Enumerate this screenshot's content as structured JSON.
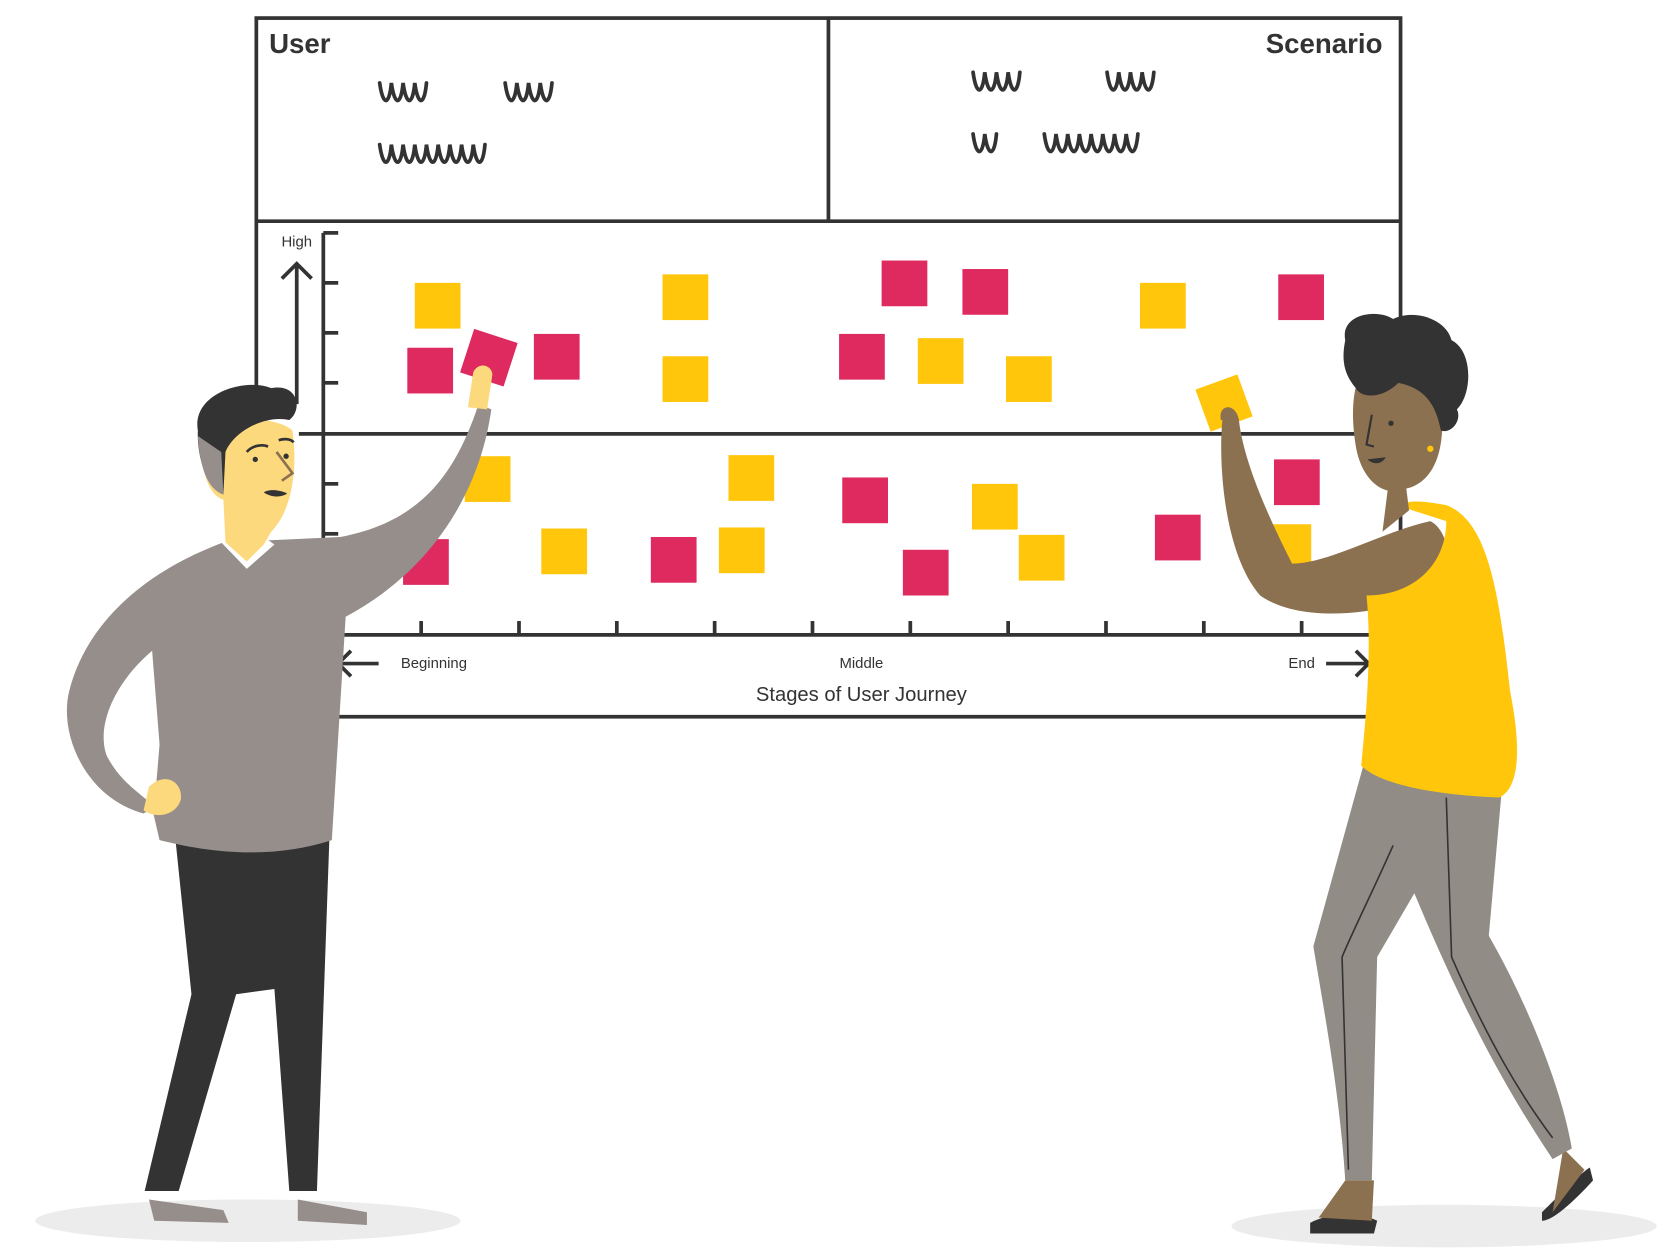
{
  "board": {
    "user_label": "User",
    "scenario_label": "Scenario",
    "y_axis_high": "High",
    "x_axis_ticks": [
      "Beginning",
      "Middle",
      "End"
    ],
    "x_axis_title": "Stages of User Journey"
  },
  "colors": {
    "ink": "#333333",
    "sticky_yellow": "#ffc60b",
    "sticky_pink": "#de2a5f",
    "man_skin": "#fdd97e",
    "man_sweater": "#968e8b",
    "woman_skin": "#8b7150",
    "woman_top": "#ffc60b",
    "woman_pants": "#918c85"
  }
}
